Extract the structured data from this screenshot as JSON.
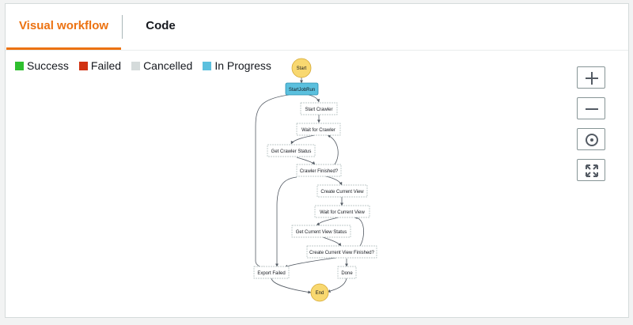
{
  "tabs": {
    "visual": "Visual workflow",
    "code": "Code"
  },
  "legend": [
    {
      "label": "Success",
      "color": "#2ebf2e"
    },
    {
      "label": "Failed",
      "color": "#d13212"
    },
    {
      "label": "Cancelled",
      "color": "#d5dbdb"
    },
    {
      "label": "In Progress",
      "color": "#5bc0de"
    }
  ],
  "controls": {
    "zoom_in": "plus-icon",
    "zoom_out": "minus-icon",
    "center": "center-target-icon",
    "fit": "fit-expand-icon"
  },
  "states": {
    "start": "Start",
    "start_job_run": "StartJobRun",
    "start_crawler": "Start Crawler",
    "wait_for_crawler": "Wait for Crawler",
    "get_crawler_status": "Get Crawler Status",
    "crawler_finished": "Crawler Finished?",
    "create_current_view": "Create Current View",
    "wait_for_current_view": "Wait for Current View",
    "get_current_view_status": "Get Current View Status",
    "create_current_view_finished": "Create Current View Finished?",
    "export_failed": "Export Failed",
    "done": "Done",
    "end": "End"
  },
  "status_colors": {
    "in_progress": "#5bc0de",
    "terminal": "#f8d870"
  }
}
